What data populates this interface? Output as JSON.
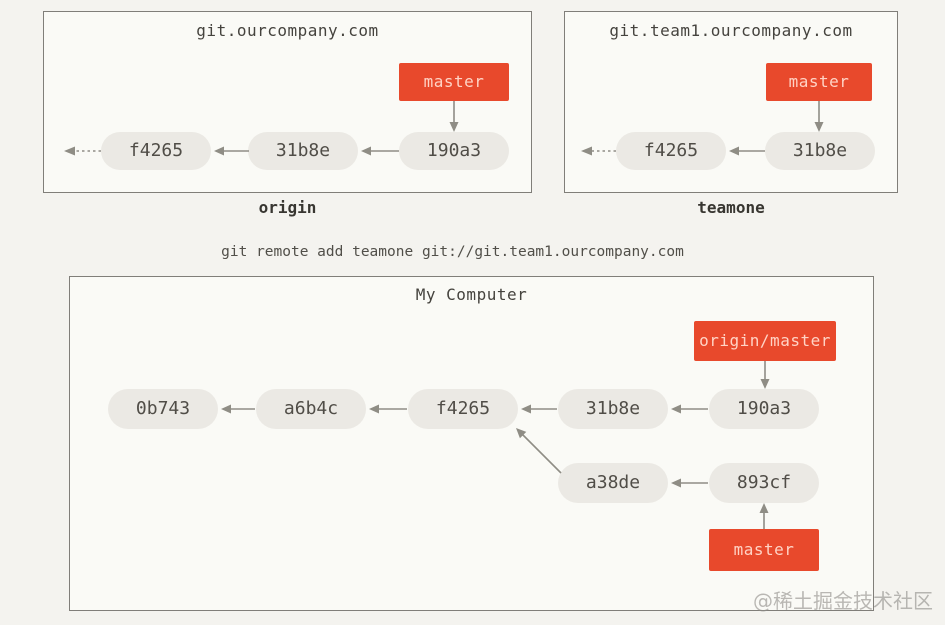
{
  "figure": {
    "command_caption": "git remote add teamone git://git.team1.ourcompany.com",
    "watermark": "@稀土掘金技术社区"
  },
  "origin_repo": {
    "title": "git.ourcompany.com",
    "repo_label": "origin",
    "branch_label": "master",
    "commits": [
      "f4265",
      "31b8e",
      "190a3"
    ]
  },
  "teamone_repo": {
    "title": "git.team1.ourcompany.com",
    "repo_label": "teamone",
    "branch_label": "master",
    "commits": [
      "f4265",
      "31b8e"
    ]
  },
  "local_repo": {
    "title": "My Computer",
    "remote_branch_label": "origin/master",
    "branch_label": "master",
    "main_commits": [
      "0b743",
      "a6b4c",
      "f4265",
      "31b8e",
      "190a3"
    ],
    "topic_commits": [
      "a38de",
      "893cf"
    ]
  },
  "colors": {
    "branch_label_bg": "#e8492c",
    "branch_label_text": "#ffd3c5",
    "commit_node_bg": "#ebe9e4",
    "arrow_gray": "#8f8d85",
    "box_border": "#807e79",
    "page_bg": "#f4f3ef"
  }
}
